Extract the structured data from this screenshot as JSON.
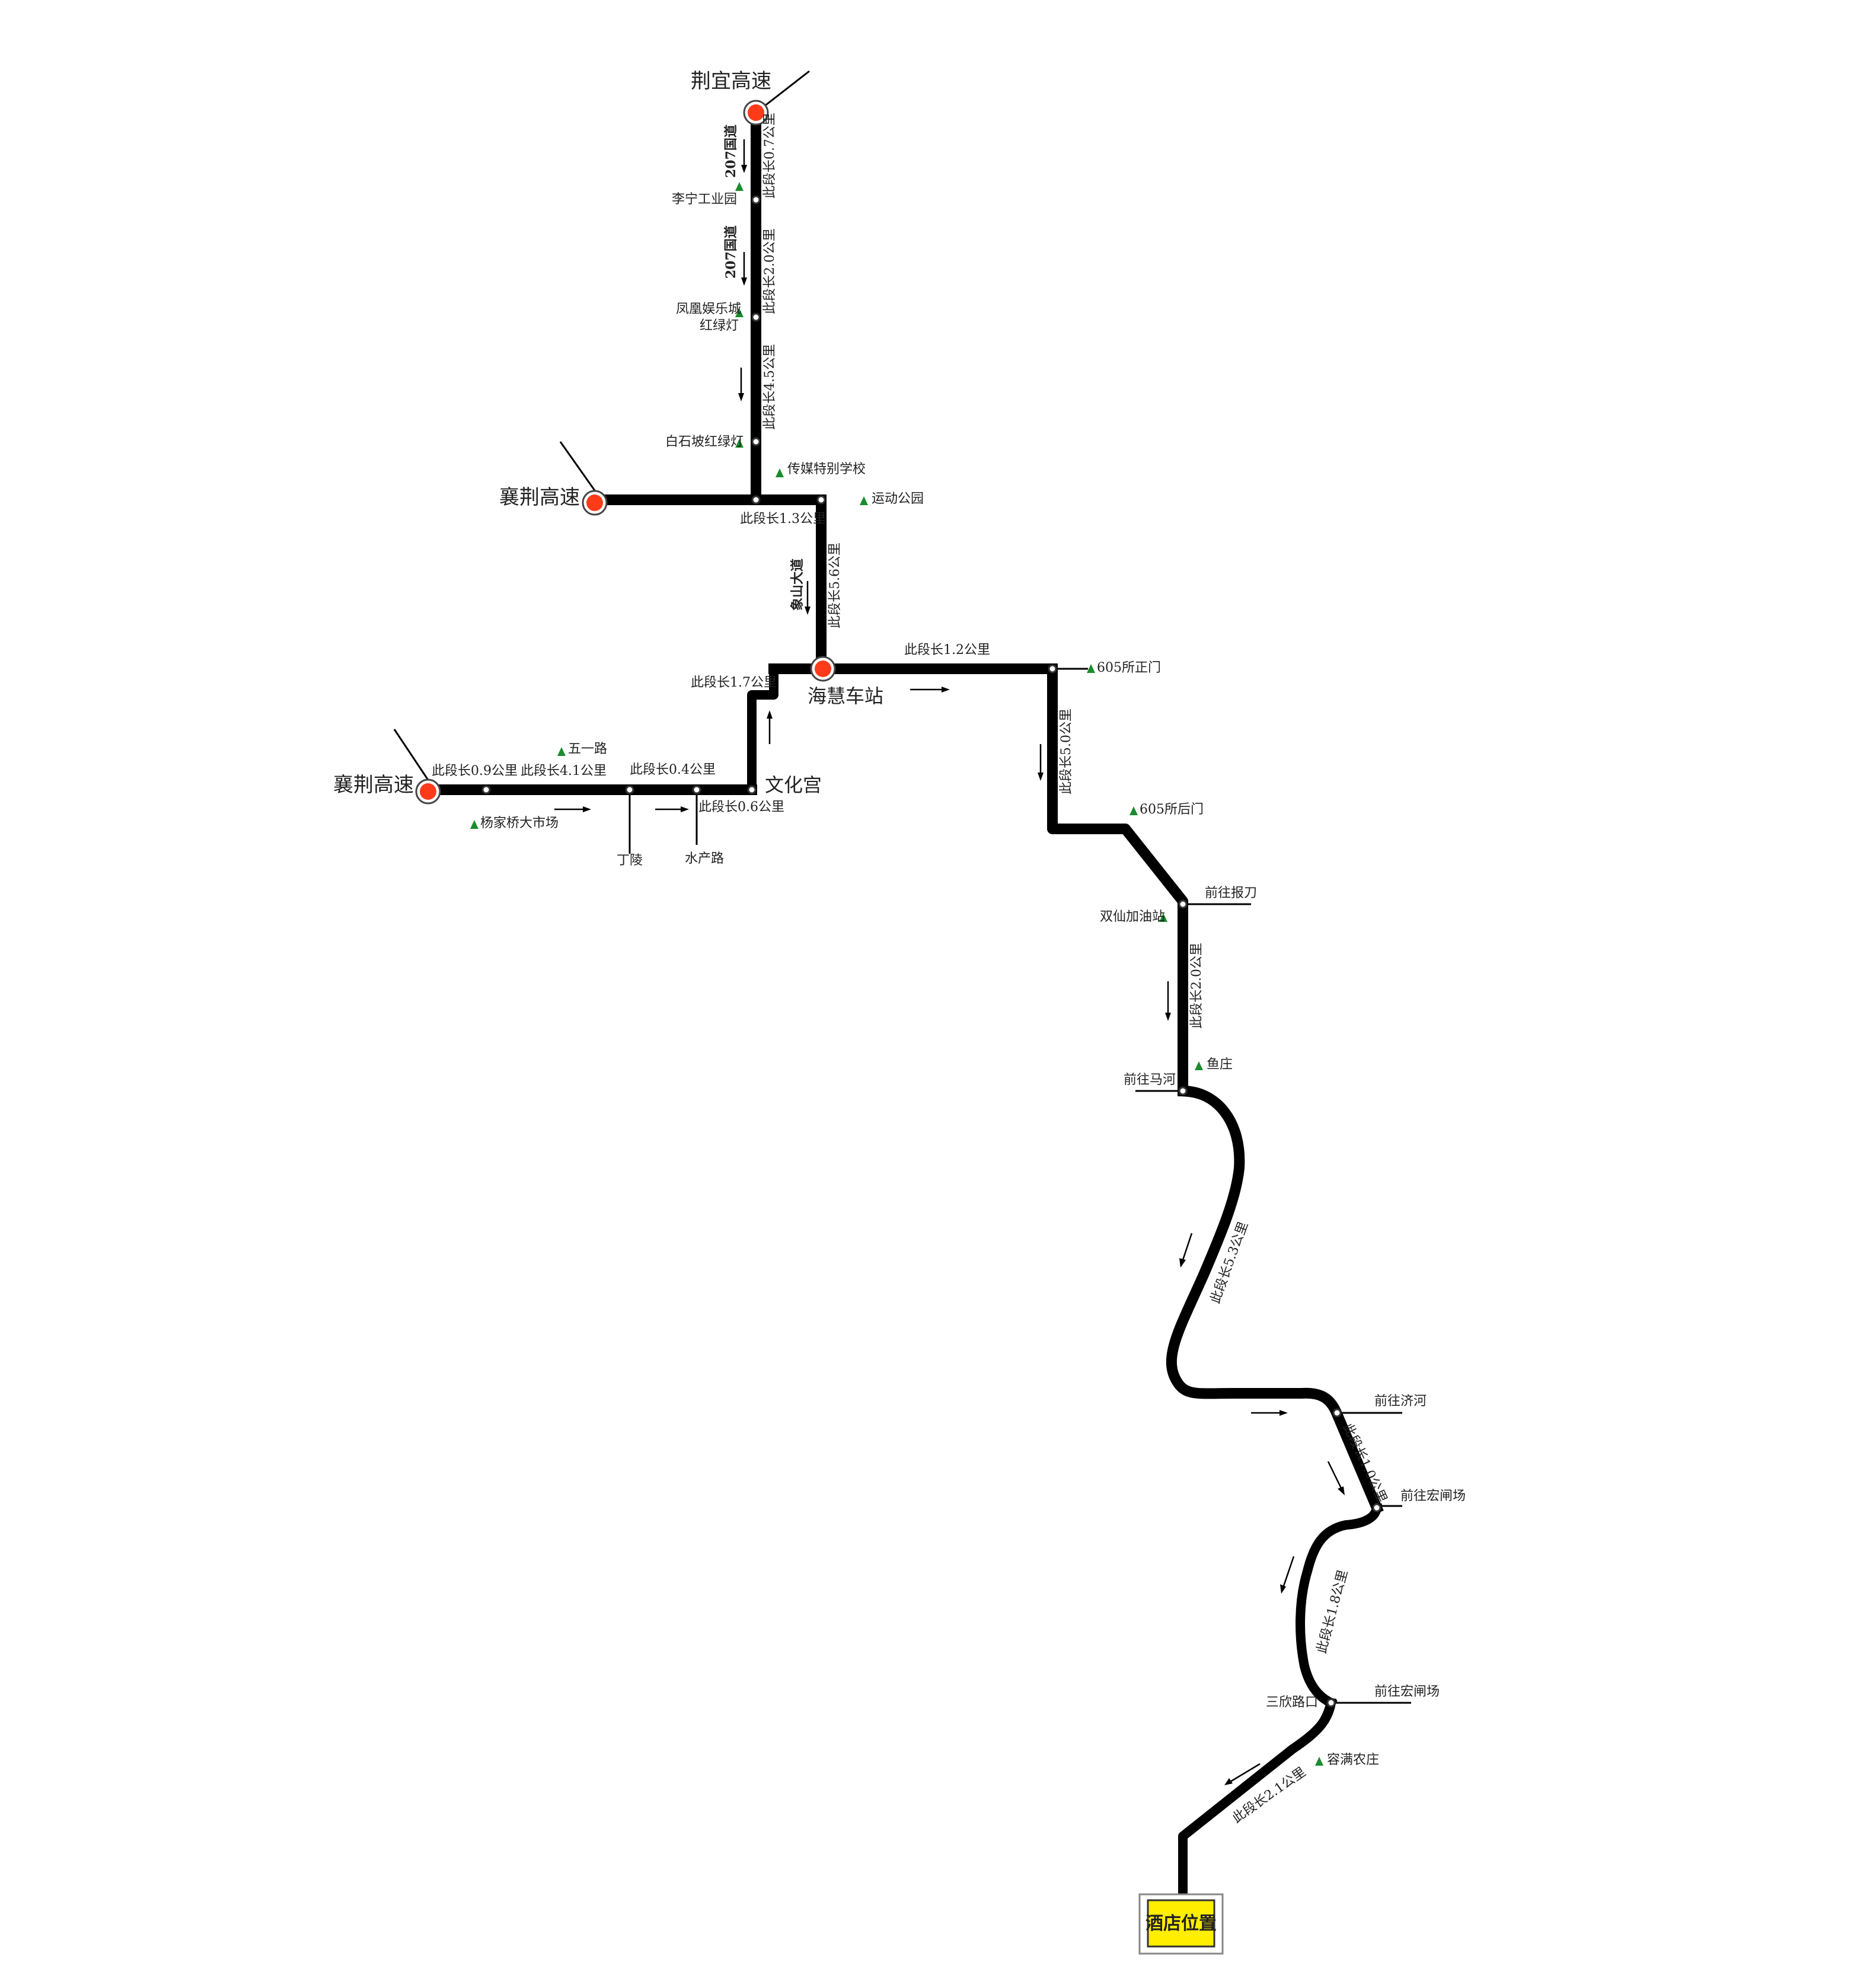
{
  "destinations": {
    "jingyi": "荆宜高速",
    "xiangjing_north": "襄荆高速",
    "xiangjing_west": "襄荆高速",
    "hotel": "酒店位置"
  },
  "stations": {
    "haihui": "海慧车站",
    "wenhuagong": "文化宫"
  },
  "road_names": {
    "g207_a": "207国道",
    "g207_b": "207国道",
    "xiangshan": "象山大道"
  },
  "segments": {
    "s1": "此段长0.7公里",
    "s2": "此段长2.0公里",
    "s3": "此段长4.5公里",
    "s4": "此段长1.3公里",
    "s5": "此段长5.6公里",
    "s6": "此段长1.2公里",
    "s7": "此段长1.7公里",
    "s8": "此段长0.9公里",
    "s9": "此段长4.1公里",
    "s10": "此段长0.4公里",
    "s11": "此段长0.6公里",
    "s12": "此段长5.0公里",
    "s13": "此段长2.0公里",
    "s14": "此段长5.3公里",
    "s15": "此段长1.0公里",
    "s16": "此段长1.8公里",
    "s17": "此段长2.1公里"
  },
  "landmarks": {
    "lining": "李宁工业园",
    "fenghuang_1": "凤凰娱乐城",
    "fenghuang_2": "红绿灯",
    "baishipo": "白石坡红绿灯",
    "chuanyun": "传媒特别学校",
    "yundong": "运动公园",
    "wuyilu": "五一路",
    "yangjiaqiao": "杨家桥大市场",
    "dingling": "丁陵",
    "shuichanlu": "水产路",
    "gate605_front": "605所正门",
    "gate605_back": "605所后门",
    "shuangxian": "双仙加油站",
    "yuzhuang": "鱼庄",
    "rongman": "容满农庄",
    "sanshunlukou": "三欣路口"
  },
  "directions": {
    "qianwang_caidao": "前往报刀",
    "qianwang_maohe": "前往马河",
    "qianwang_jihe": "前往济河",
    "qianwang_hongguang_1": "前往宏闸场",
    "qianwang_hongguang_2": "前往宏闸场"
  },
  "colors": {
    "road": "#000000",
    "landmark": "#1a8c2e",
    "destination": "#ff3b1a",
    "hotel_box": "#ffee00"
  }
}
